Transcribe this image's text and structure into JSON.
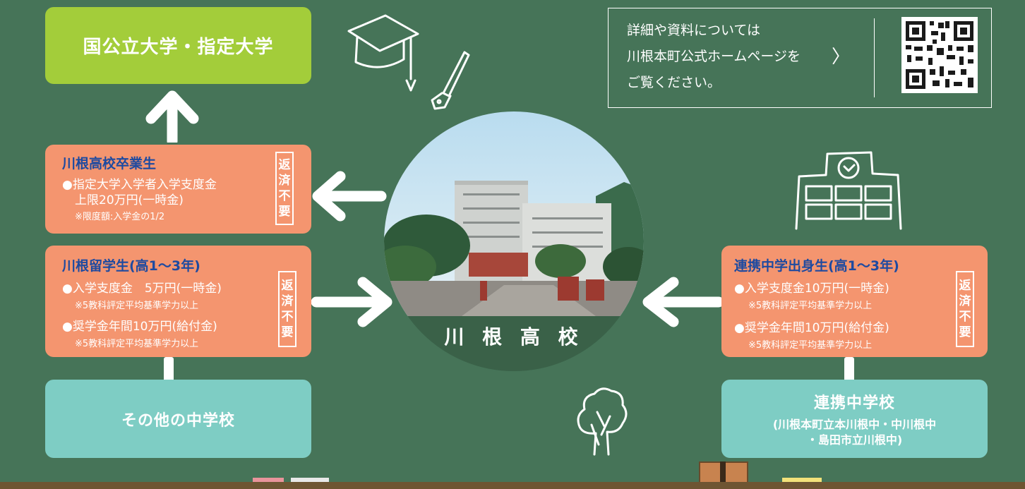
{
  "top_box": {
    "label": "国公立大学・指定大学"
  },
  "info": {
    "lines": [
      "詳細や資料については",
      "川根本町公式ホームページを",
      "ご覧ください。"
    ],
    "arrow": "〉",
    "qr_icon": "qr-code-icon"
  },
  "graduate": {
    "title": "川根高校卒業生",
    "line1": "●指定大学入学者入学支度金",
    "line2": "上限20万円(一時金)",
    "note": "※限度額:入学金の1/2",
    "badge": [
      "返",
      "済",
      "不",
      "要"
    ]
  },
  "study_abroad": {
    "title": "川根留学生(高1～3年)",
    "line1": "●入学支度金　5万円(一時金)",
    "note1": "※5教科評定平均基準学力以上",
    "line2": "●奨学金年間10万円(給付金)",
    "note2": "※5教科評定平均基準学力以上",
    "badge": [
      "返",
      "済",
      "不",
      "要"
    ]
  },
  "partner_students": {
    "title": "連携中学出身生(高1～3年)",
    "line1": "●入学支度金10万円(一時金)",
    "note1": "※5教科評定平均基準学力以上",
    "line2": "●奨学金年間10万円(給付金)",
    "note2": "※5教科評定平均基準学力以上",
    "badge": [
      "返",
      "済",
      "不",
      "要"
    ]
  },
  "other_jhs": {
    "label": "その他の中学校"
  },
  "partner_jhs": {
    "title": "連携中学校",
    "line1": "(川根本町立本川根中・中川根中",
    "line2": "・島田市立川根中)"
  },
  "center": {
    "caption": "川 根 高 校"
  },
  "colors": {
    "background": "#467458",
    "green": "#a3cd3a",
    "salmon": "#f4956f",
    "teal": "#7ecdc4",
    "title_blue": "#1e4aa0"
  }
}
